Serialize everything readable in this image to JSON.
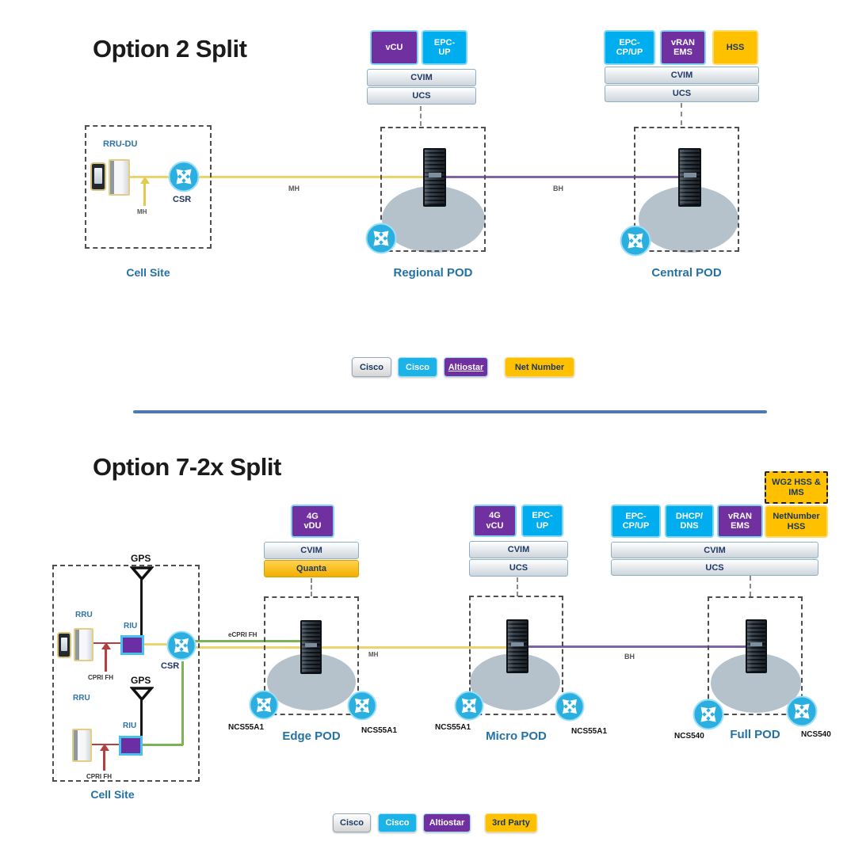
{
  "colors": {
    "cisco_cyan": "#00AEEF",
    "altiostar_purple": "#7030A0",
    "third_party_yellow": "#FFC000",
    "midhaul_yellow": "#EDD36B",
    "backhaul_purple": "#7E63A8",
    "ecpri_green": "#7CB356",
    "cpri_red": "#B34040",
    "divider_blue": "#4E79AE",
    "pod_text_blue": "#2471A3"
  },
  "section1": {
    "title": "Option 2 Split",
    "stacks": {
      "regional": {
        "apps": [
          "vCU",
          "EPC-\nUP"
        ],
        "layers": [
          "CVIM",
          "UCS"
        ]
      },
      "central": {
        "apps": [
          "EPC-\nCP/UP",
          "vRAN\nEMS",
          "HSS"
        ],
        "layers": [
          "CVIM",
          "UCS"
        ]
      }
    },
    "cell_site": {
      "title": "Cell Site",
      "unit_label": "RRU-DU",
      "router_label": "CSR",
      "arrow_label": "MH"
    },
    "links": {
      "midhaul": "MH",
      "backhaul": "BH"
    },
    "pods": {
      "regional": "Regional POD",
      "central": "Central POD"
    },
    "legend": [
      "Cisco",
      "Cisco",
      "Altiostar",
      "Net Number"
    ]
  },
  "section2": {
    "title": "Option 7-2x Split",
    "stacks": {
      "edge": {
        "apps": [
          "4G\nvDU"
        ],
        "layers": [
          "CVIM",
          "Quanta"
        ]
      },
      "micro": {
        "apps": [
          "4G\nvCU",
          "EPC-\nUP"
        ],
        "layers": [
          "CVIM",
          "UCS"
        ]
      },
      "full": {
        "apps": [
          "EPC-\nCP/UP",
          "DHCP/\nDNS",
          "vRAN\nEMS"
        ],
        "layers": [
          "CVIM",
          "UCS"
        ],
        "hss_dashed": "WG2 HSS &\nIMS",
        "hss": "NetNumber\nHSS"
      }
    },
    "cell_site": {
      "title": "Cell Site",
      "gps_top": "GPS",
      "gps_bottom": "GPS",
      "rru_top": "RRU",
      "rru_bottom": "RRU",
      "riu_top": "RIU",
      "riu_bottom": "RIU",
      "router_label": "CSR",
      "fronthaul_top": "CPRI FH",
      "fronthaul_bottom": "CPRI FH"
    },
    "links": {
      "ecpri": "eCPRI FH",
      "midhaul": "MH",
      "backhaul": "BH"
    },
    "pods": {
      "edge": {
        "label": "Edge POD",
        "router_left": "NCS55A1",
        "router_right": "NCS55A1"
      },
      "micro": {
        "label": "Micro POD",
        "router_left": "NCS55A1",
        "router_right": "NCS55A1"
      },
      "full": {
        "label": "Full POD",
        "router_left": "NCS540",
        "router_right": "NCS540"
      }
    },
    "legend": [
      "Cisco",
      "Cisco",
      "Altiostar",
      "3rd Party"
    ]
  }
}
